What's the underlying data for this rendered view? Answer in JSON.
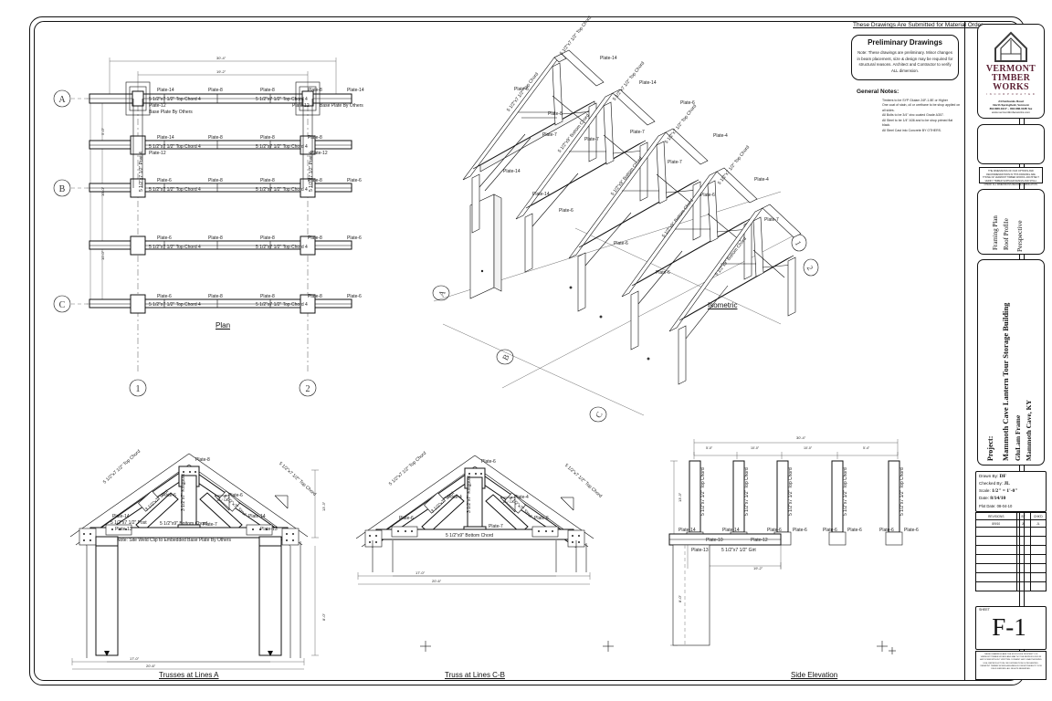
{
  "sheet": {
    "number": "F-1",
    "sheet_label": "SHEET"
  },
  "notes": {
    "submitted_header": "These Drawings Are Submitted for Material Order",
    "preliminary_title": "Preliminary Drawings",
    "preliminary_body": "Note: These drawings are preliminary. Minor changes in beam placement, size & design may be required for structural reasons. Architect and Contractor to verify ALL dimension.",
    "general_header": "General Notes:",
    "general_items": [
      "Timbers to be SYP Glulam 24F-1.8E or Higher",
      "One coat of stain, oil or urethane to be shop applied on all sides.",
      "All Bolts to be 3/4\" zinc coated Grade A307.",
      "All Steel to be 1/4\" A36 and to be shop primed flat black.",
      "All Steel Cast into Concrete BY OTHERS."
    ]
  },
  "logo": {
    "line1": "VERMONT",
    "line2": "TIMBER",
    "line3": "WORKS",
    "subtitle": "I N C O R P O R A T E D",
    "address1": "24 Fairbanks Road",
    "address2": "North Springfield, Vermont",
    "address3": "802.886.1917 ~ 802.886.0185 fax",
    "address4": "www.vermonttimberworks.com"
  },
  "title_block": {
    "sheet_contents": [
      "Framing Plan",
      "Roof Profile",
      "Perspective"
    ],
    "project_prefix": "Project:",
    "project_name": "Mammoth Cave Lantern Tour Storage Building",
    "project_sub1": "GluLam Frame",
    "project_sub2": "Mammoth Cave, KY",
    "disclaimer_top": "THE DIMENSIONS OF OUR OPTIONS AND RECOMMENDATIONS IN THIS DRAWING ARE THOSE OF VERMONT TIMBER WORKS. ARCHITECT VERIFY TIMBER SUPPLIER DESIGN AND SHALL CHECK ALL DIMENSIONS BEFORE FABRICATION.",
    "disclaimer_bottom": "THESE DRAWINGS ARE THE EXCLUSIVE PROPERTY OF VERMONT TIMBER WORKS AND MAY NOT BE REPRODUCED IN ANY FORM WITHOUT WRITTEN CONSENT. ANY UNAUTHORIZED USE, REPRODUCTION OR DISTRIBUTION IS PROHIBITED. VERMONT TIMBER WORKS ASSUMES NO RESPONSIBILITY FOR FIELD ERRORS. ALL RIGHTS RESERVED.",
    "info": {
      "drawn_by_label": "Drawn By:",
      "drawn_by": "DF",
      "checked_by_label": "Checked By:",
      "checked_by": "JL",
      "scale_label": "Scale:",
      "scale": "1/2\" = 1'-0\"",
      "date_label": "Date:",
      "date": "8/14/10",
      "plot_date_label": "Plot Date:",
      "plot_date": "08-04-10"
    },
    "revisions": {
      "headers": [
        "REVISIONS",
        "BY",
        "CHK'D"
      ],
      "rows": [
        [
          "8/9/10",
          "JL",
          "JL"
        ],
        [
          "",
          "",
          ""
        ],
        [
          "",
          "",
          ""
        ],
        [
          "",
          "",
          ""
        ],
        [
          "",
          "",
          ""
        ],
        [
          "",
          "",
          ""
        ],
        [
          "",
          "",
          ""
        ],
        [
          "",
          "",
          ""
        ]
      ]
    }
  },
  "views": {
    "plan": {
      "title": "Plan",
      "grid_letters": [
        "A",
        "B",
        "C"
      ],
      "grid_numbers": [
        "1",
        "2"
      ],
      "overall_dim": "30'-4\"",
      "inner_dim": "19'-2\"",
      "vertical_dims": [
        "5'-0\"",
        "10'-0\"",
        "10'-0\"",
        "5'-4\""
      ],
      "member_labels": [
        "Plate-14",
        "Plate-8",
        "Plate-8",
        "Plate-8",
        "Plate-14",
        "Plate-14",
        "Plate-8",
        "Plate-8",
        "Plate-8",
        "Plate-8",
        "Plate-6",
        "Plate-8",
        "Plate-8",
        "Plate-8",
        "Plate-6",
        "Plate-6",
        "Plate-8",
        "Plate-8",
        "Plate-8",
        "Plate-6",
        "Plate-6",
        "Plate-8",
        "Plate-8",
        "Plate-8",
        "Plate-6"
      ],
      "chord_note": "5 1/2\"x7 1/2\" Top Chord 4",
      "post_note": "5 1/2\"x7 1/2\" Post 4",
      "plate12": "Plate-12",
      "base_note": "Base Plate By Others"
    },
    "isometric": {
      "title": "Isometric",
      "grid_letters": [
        "A",
        "B",
        "C"
      ],
      "grid_numbers": [
        "1",
        "2"
      ],
      "member_labels": [
        "Plate-14",
        "Plate-8",
        "Plate-6",
        "Plate-7",
        "Plate-4"
      ],
      "chord_note": "5 1/2\"x7 1/2\" Top Chord",
      "bottom_chord_note": "5 1/2\"x9\" Bottom Chord"
    },
    "truss_a": {
      "title": "Trusses at Lines A",
      "top_chord": "5 1/2\"x7 1/2\" Top Chord",
      "bottom_chord": "5 1/2\"x9\" Bottom Chord",
      "kingpost": "3 1/2\"x7\" Kingpost",
      "strut": "3 1/2\"x7\" Strut",
      "post": "5 1/2\"x7 1/2\" Post",
      "plates": [
        "Plate-8",
        "Plate-6",
        "Plate-6",
        "Plate-14",
        "Plate-14",
        "Plate-7",
        "Plate-13",
        "Plate-13"
      ],
      "base_note": "Note: Site Weld Clip to Embedded Base Plate By Others",
      "pitch": "12 / 12",
      "dims_bottom": [
        "6\"",
        "1'-6\"",
        "17'-0\"",
        "1'-6\"",
        "6\"",
        "20'-6\""
      ],
      "height_dims": [
        "13'-3\"",
        "8'-0\"",
        "1'-10\""
      ]
    },
    "truss_cb": {
      "title": "Truss at Lines C-B",
      "top_chord": "5 1/2\"x7 1/2\" Top Chord",
      "bottom_chord": "5 1/2\"x9\" Bottom Chord",
      "kingpost": "3 1/2\"x7\" Kingpost",
      "strut": "3 1/2\"x7\" Strut",
      "plates": [
        "Plate-6",
        "Plate-4",
        "Plate-4",
        "Plate-6",
        "Plate-6",
        "Plate-7"
      ],
      "pitch": "12 / 12",
      "dims_bottom": [
        "6\"",
        "1'-6\"",
        "17'-0\"",
        "1'-6\"",
        "6\"",
        "20'-6\""
      ]
    },
    "side_elevation": {
      "title": "Side Elevation",
      "overall_dim": "30'-4\"",
      "bay_dims": [
        "5'-0\"",
        "10'-0\"",
        "10'-0\"",
        "5'-4\""
      ],
      "post_note": "5 1/2\"x7 1/2\" Top Chord",
      "beam_note": "5 1/2\"x7 1/2\" Girt",
      "plates": [
        "Plate-14",
        "Plate-14",
        "Plate-6",
        "Plate-6",
        "Plate-6",
        "Plate-6",
        "Plate-6",
        "Plate-6",
        "Plate-10",
        "Plate-12",
        "Plate-13"
      ],
      "height_dims": [
        "13'-3\"",
        "8'-0\"",
        "19'-2\""
      ]
    }
  }
}
